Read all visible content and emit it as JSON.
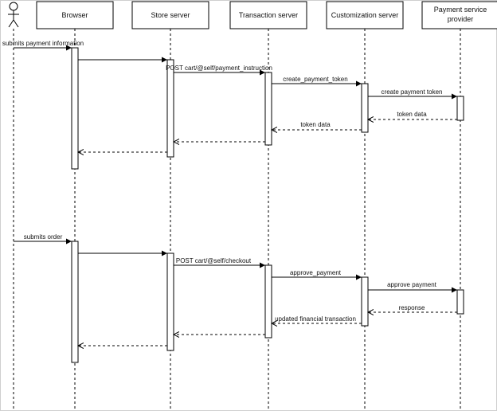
{
  "participants": [
    {
      "id": "actor",
      "label": "",
      "is_actor": true
    },
    {
      "id": "browser",
      "label": "Browser"
    },
    {
      "id": "store",
      "label": "Store server"
    },
    {
      "id": "transaction",
      "label": "Transaction server"
    },
    {
      "id": "customization",
      "label": "Customization server"
    },
    {
      "id": "psp",
      "label": "Payment service provider",
      "label_lines": [
        "Payment service",
        "provider"
      ]
    }
  ],
  "messages": [
    {
      "from": "actor",
      "to": "browser",
      "label": "submits payment information",
      "dashed": false
    },
    {
      "from": "browser",
      "to": "store",
      "label": "",
      "dashed": false
    },
    {
      "from": "store",
      "to": "transaction",
      "label": "POST cart/@self/payment_instruction",
      "dashed": false
    },
    {
      "from": "transaction",
      "to": "customization",
      "label": "create_payment_token",
      "dashed": false
    },
    {
      "from": "customization",
      "to": "psp",
      "label": "create payment token",
      "dashed": false
    },
    {
      "from": "psp",
      "to": "customization",
      "label": "token data",
      "dashed": true
    },
    {
      "from": "customization",
      "to": "transaction",
      "label": "token data",
      "dashed": true
    },
    {
      "from": "transaction",
      "to": "store",
      "label": "",
      "dashed": true
    },
    {
      "from": "store",
      "to": "browser",
      "label": "",
      "dashed": true
    },
    {
      "from": "actor",
      "to": "browser",
      "label": "submits order",
      "dashed": false
    },
    {
      "from": "browser",
      "to": "store",
      "label": "",
      "dashed": false
    },
    {
      "from": "store",
      "to": "transaction",
      "label": "POST cart/@self/checkout",
      "dashed": false
    },
    {
      "from": "transaction",
      "to": "customization",
      "label": "approve_payment",
      "dashed": false
    },
    {
      "from": "customization",
      "to": "psp",
      "label": "approve payment",
      "dashed": false
    },
    {
      "from": "psp",
      "to": "customization",
      "label": "response",
      "dashed": true
    },
    {
      "from": "customization",
      "to": "transaction",
      "label": "updated financial transaction",
      "dashed": true
    },
    {
      "from": "transaction",
      "to": "store",
      "label": "",
      "dashed": true
    },
    {
      "from": "store",
      "to": "browser",
      "label": "",
      "dashed": true
    }
  ]
}
